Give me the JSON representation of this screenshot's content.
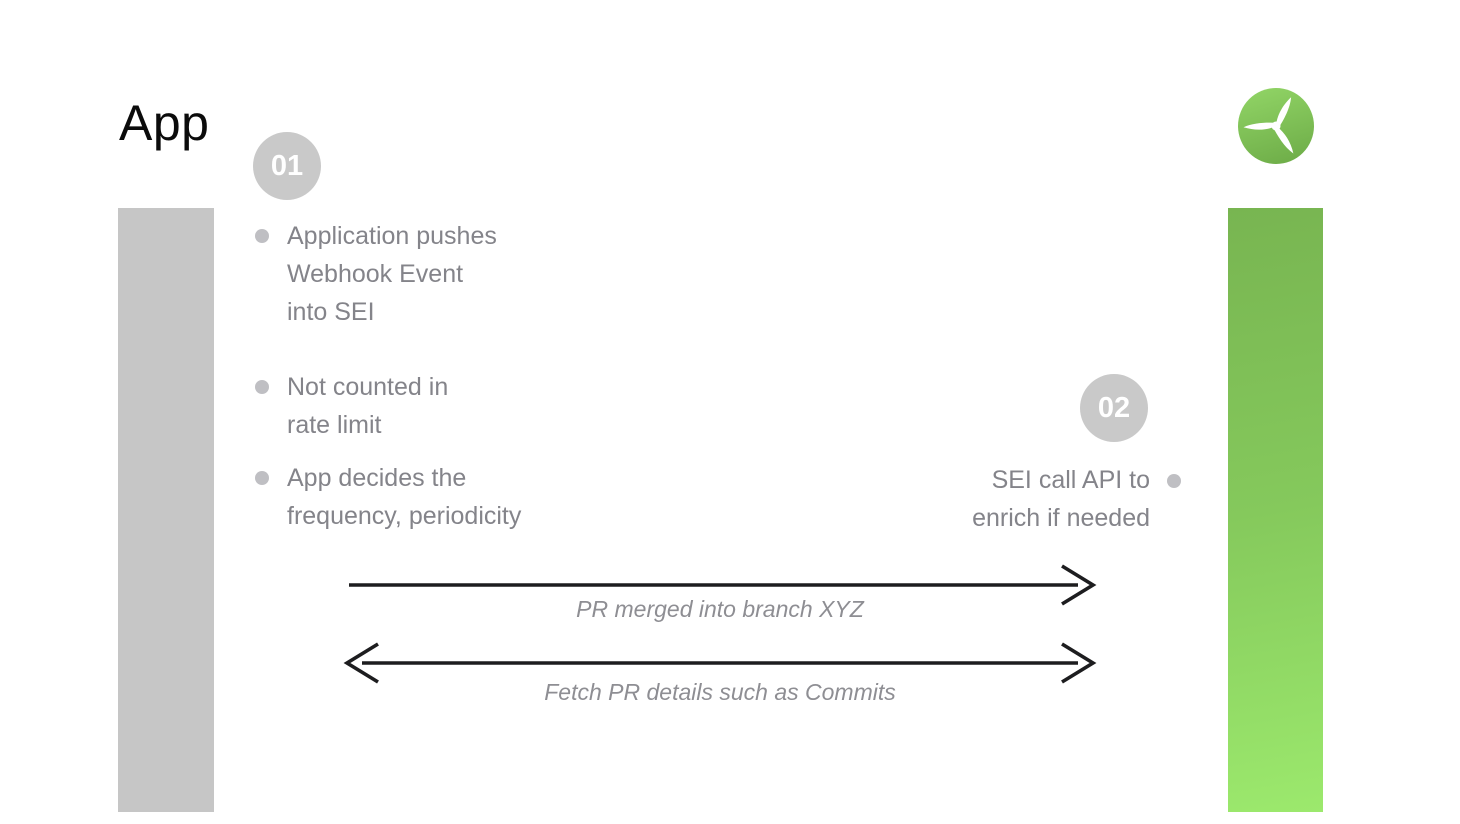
{
  "title": "App",
  "logo": {
    "icon": "turbine-icon",
    "circle_color_top": "#8fd264",
    "circle_color_bottom": "#6fae49",
    "blade_color": "#ffffff"
  },
  "bars": {
    "left_color": "#c6c6c6",
    "right_gradient_top": "#78b551",
    "right_gradient_bottom": "#9ce96d"
  },
  "badges": {
    "step1": "01",
    "step2": "02",
    "background": "#c9c9c9"
  },
  "left_list": {
    "items": [
      {
        "lines": [
          "Application pushes",
          "Webhook Event",
          "into SEI"
        ]
      },
      {
        "lines": [
          "Not counted in",
          "rate limit"
        ]
      },
      {
        "lines": [
          "App decides the",
          "frequency, periodicity"
        ]
      }
    ]
  },
  "right_list": {
    "items": [
      {
        "lines": [
          "SEI call API to",
          "enrich if needed"
        ]
      }
    ]
  },
  "arrows": [
    {
      "direction": "right",
      "label": "PR merged into branch XYZ"
    },
    {
      "direction": "both",
      "label": "Fetch PR details such as Commits"
    }
  ],
  "colors": {
    "arrow_stroke": "#1d1d1f",
    "body_text": "#84848a",
    "label_text": "#8e8e93",
    "bullet_dot": "#bfbfc3",
    "title_text": "#0b0b0b"
  }
}
